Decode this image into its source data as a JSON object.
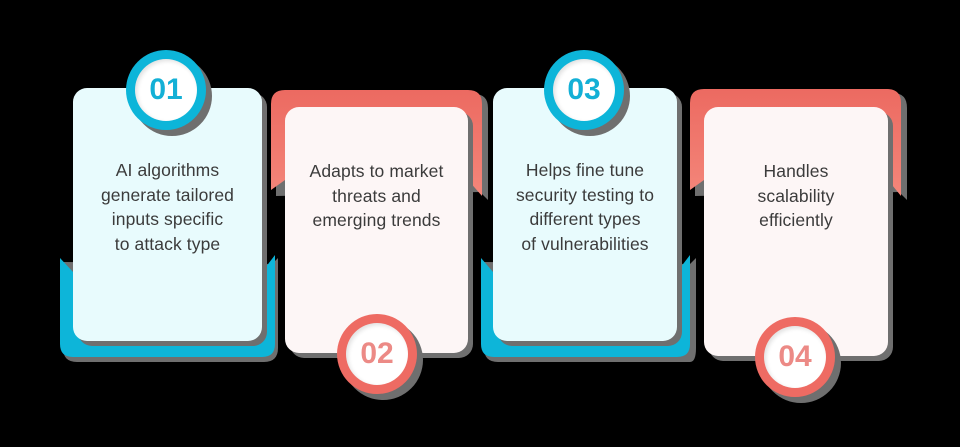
{
  "colors": {
    "background": "#000000",
    "blue_accent": "#0db5d9",
    "blue_number": "#13b0d6",
    "blue_card_bg": "#e8fbfd",
    "salmon_accent": "#ee6b63",
    "salmon_number": "#ec8a86",
    "salmon_card_bg": "#fdf6f6",
    "text": "#3b3b3b",
    "shadow": "#6f6f6f"
  },
  "steps": [
    {
      "number": "01",
      "theme": "blue",
      "lines": [
        "AI algorithms",
        "generate tailored",
        "inputs specific",
        "to attack type"
      ]
    },
    {
      "number": "02",
      "theme": "salmon",
      "lines": [
        "Adapts to market",
        "threats and",
        "emerging trends"
      ]
    },
    {
      "number": "03",
      "theme": "blue",
      "lines": [
        "Helps fine tune",
        "security testing to",
        "different types",
        "of vulnerabilities"
      ]
    },
    {
      "number": "04",
      "theme": "salmon",
      "lines": [
        "Handles",
        "scalability",
        "efficiently"
      ]
    }
  ]
}
